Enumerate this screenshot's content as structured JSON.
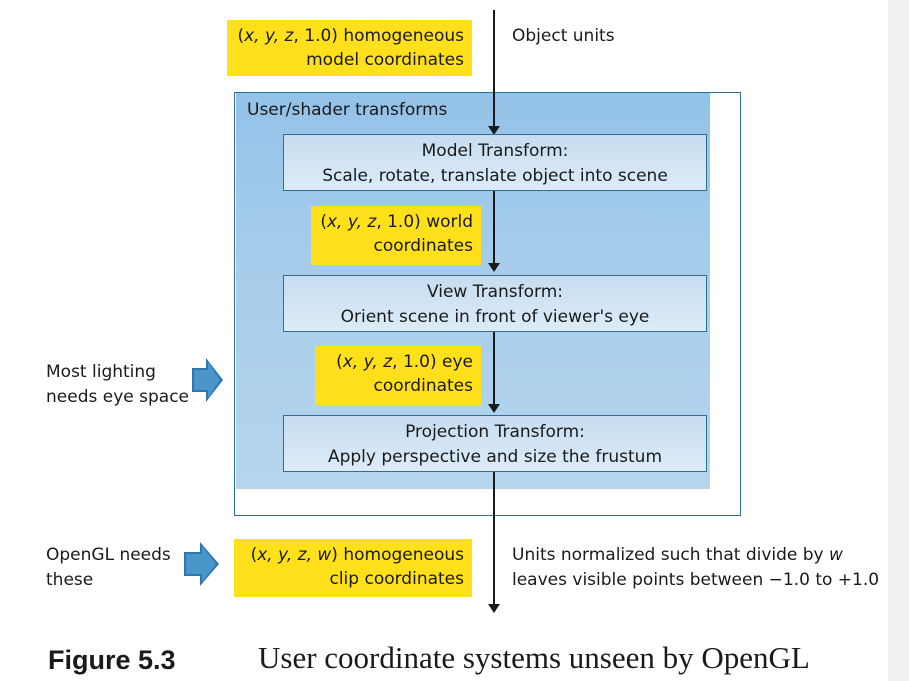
{
  "diagram": {
    "top_label": {
      "line1_pre": "(",
      "line1_vars": "x, y, z",
      "line1_post": ", 1.0) homogeneous",
      "line2": "model coordinates"
    },
    "top_note": "Object units",
    "panel_title": "User/shader transforms",
    "model_transform": {
      "title": "Model Transform:",
      "desc": "Scale, rotate, translate object into scene"
    },
    "world_label": {
      "line1_pre": "(",
      "line1_vars": "x, y, z",
      "line1_post": ", 1.0) world",
      "line2": "coordinates"
    },
    "view_transform": {
      "title": "View Transform:",
      "desc": "Orient scene in front of viewer's eye"
    },
    "eye_label": {
      "line1_pre": "(",
      "line1_vars": "x, y, z",
      "line1_post": ", 1.0) eye",
      "line2": "coordinates"
    },
    "projection_transform": {
      "title": "Projection Transform:",
      "desc": "Apply perspective and size the frustum"
    },
    "lighting_note": {
      "line1": "Most lighting",
      "line2": "needs eye space"
    },
    "opengl_note": {
      "line1": "OpenGL needs",
      "line2": "these"
    },
    "clip_label": {
      "line1_pre": "(",
      "line1_vars": "x, y, z, w",
      "line1_post": ") homogeneous",
      "line2": "clip coordinates"
    },
    "clip_note": {
      "line1_pre": "Units normalized such that divide by ",
      "line1_var": "w",
      "line2": "leaves visible points between −1.0 to +1.0"
    }
  },
  "caption": {
    "figure_number": "Figure 5.3",
    "text": "User coordinate systems unseen by OpenGL"
  },
  "colors": {
    "highlight_yellow": "#ffe01b",
    "panel_blue": "#a7cdeb",
    "box_border": "#2f6f92",
    "callout_arrow_blue": "#4a95c9"
  }
}
